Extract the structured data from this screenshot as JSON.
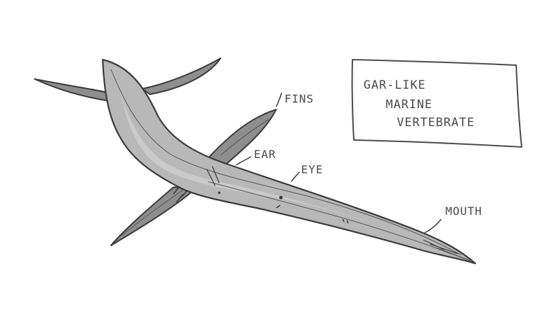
{
  "labels": {
    "fins": "FINS",
    "ear": "EAR",
    "eye": "EYE",
    "mouth": "MOUTH"
  },
  "caption": {
    "line1": "GAR-LIKE",
    "line2": "MARINE",
    "line3": "VERTEBRATE"
  },
  "colors": {
    "ink": "#3a3a3a",
    "body_fill": "#b8b8b8",
    "fin_fill": "#8e8e8e",
    "belly_fill": "#d2d2d2"
  }
}
